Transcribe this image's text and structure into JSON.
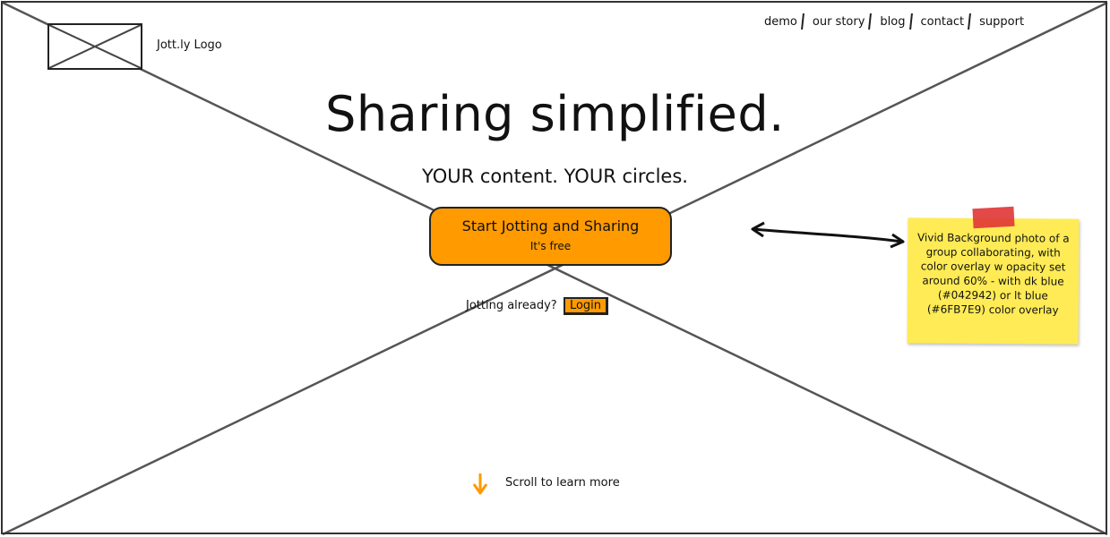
{
  "logo": {
    "label": "Jott.ly Logo"
  },
  "nav": {
    "items": [
      {
        "label": "demo"
      },
      {
        "label": "our story"
      },
      {
        "label": "blog"
      },
      {
        "label": "contact"
      },
      {
        "label": "support"
      }
    ]
  },
  "hero": {
    "headline": "Sharing simplified.",
    "subhead": "YOUR content. YOUR circles.",
    "cta_title": "Start Jotting and Sharing",
    "cta_sub": "It's free"
  },
  "login": {
    "prompt": "Jotting already?",
    "button_label": "Login"
  },
  "sticky_note": {
    "text": "Vivid Background photo of a group collaborating, with color overlay w opacity set around 60% - with dk blue (#042942) or lt blue (#6FB7E9) color overlay"
  },
  "scroll_hint": {
    "label": "Scroll to learn more"
  },
  "colors": {
    "accent": "#ff9a00",
    "note": "#ffeb55",
    "tape": "#e03535",
    "line": "#555555"
  },
  "icons": {
    "logo_placeholder": "image-placeholder-icon",
    "scroll": "arrow-down-icon",
    "annotation": "double-arrow-icon"
  }
}
